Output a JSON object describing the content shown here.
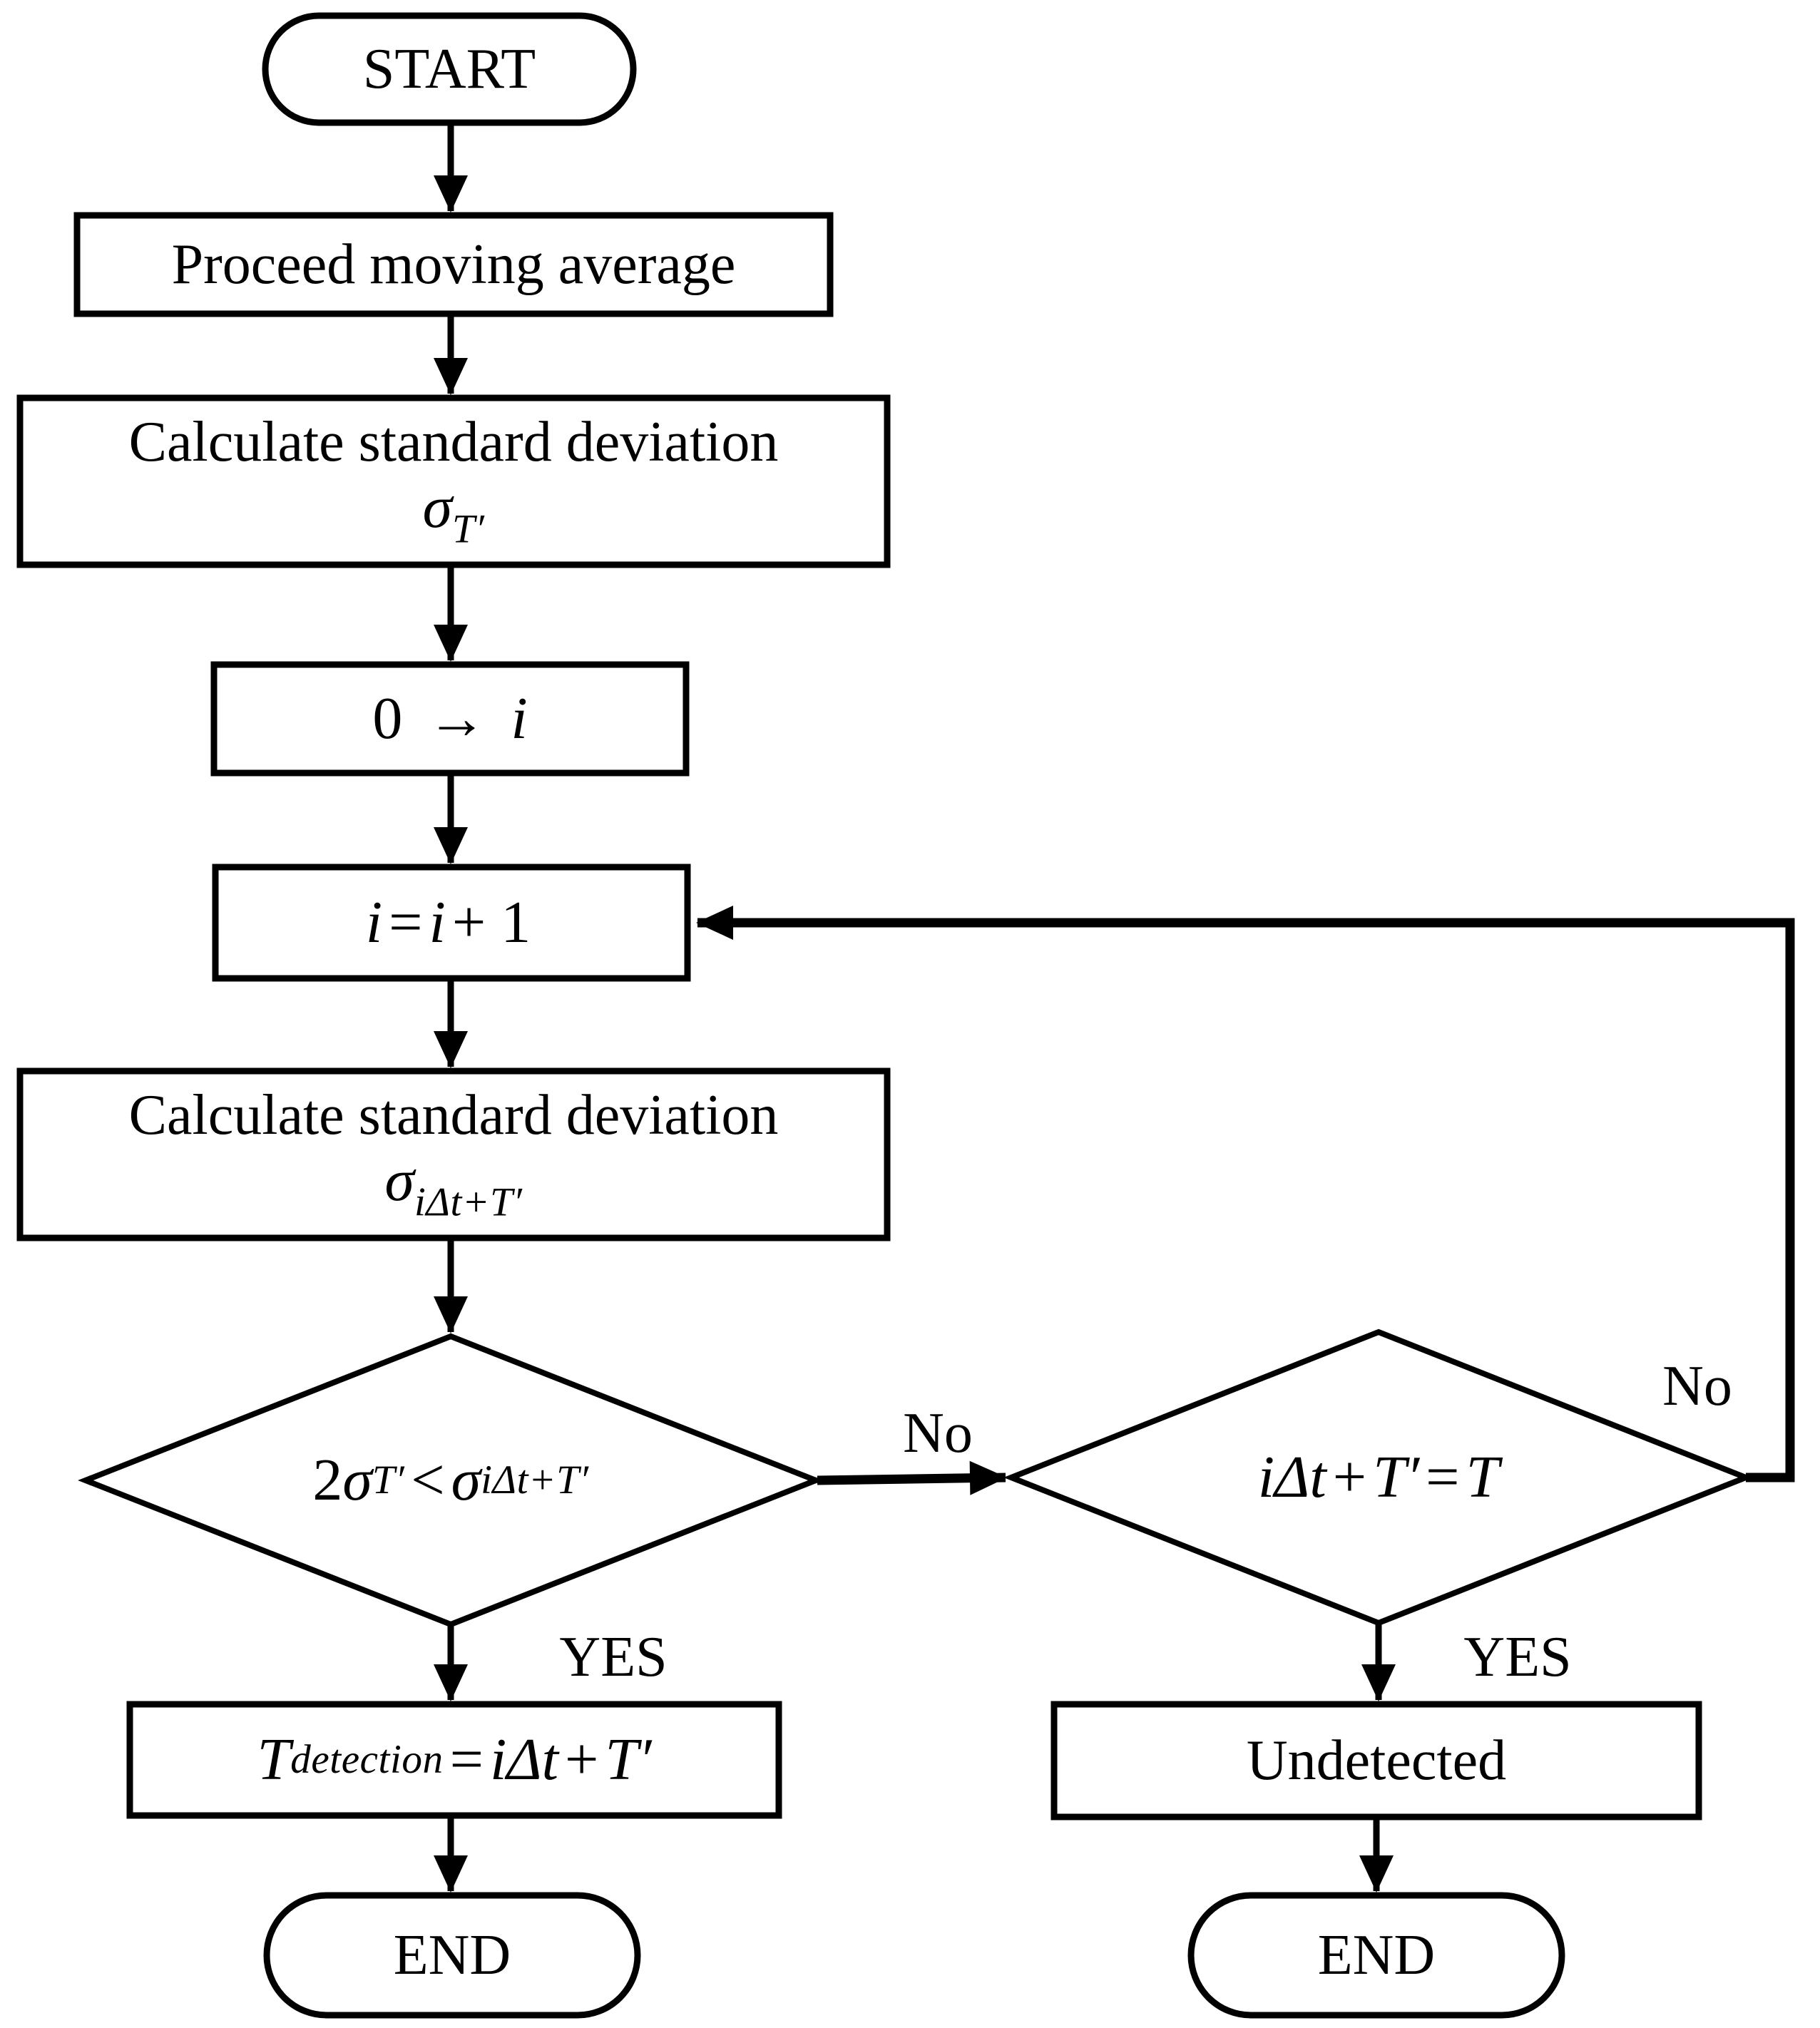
{
  "nodes": {
    "start": {
      "label": "START"
    },
    "proceed": {
      "label": "Proceed moving average"
    },
    "calc_sigma_T": {
      "title": "Calculate standard deviation",
      "sigma": "σ",
      "sub": "T′"
    },
    "init_i": {
      "lhs": "0",
      "arrow": "→",
      "rhs": "i"
    },
    "increment": {
      "p1": "i",
      "p2": " = ",
      "p3": "i",
      "p4": " + 1"
    },
    "calc_sigma_iT": {
      "title": "Calculate standard deviation",
      "sigma": "σ",
      "sub": "iΔt+T′"
    },
    "decision_sigma": {
      "coef": "2",
      "sigma1": "σ",
      "sub1": "T′",
      "rel": " < ",
      "sigma2": "σ",
      "sub2": "iΔt+T′"
    },
    "decision_time": {
      "p1": "iΔt",
      "p2": " + ",
      "p3": "T′",
      "p4": " = ",
      "p5": "T"
    },
    "t_detection": {
      "p1": "T",
      "sub": "detection",
      "p2": " = ",
      "p3": "iΔt",
      "p4": " + ",
      "p5": "T′"
    },
    "undetected": {
      "label": "Undetected"
    },
    "end_left": {
      "label": "END"
    },
    "end_right": {
      "label": "END"
    }
  },
  "edge_labels": {
    "yes_left": "YES",
    "no_mid": "No",
    "yes_right": "YES",
    "no_loop": "No"
  },
  "colors": {
    "stroke": "#000000",
    "fill": "#ffffff"
  }
}
